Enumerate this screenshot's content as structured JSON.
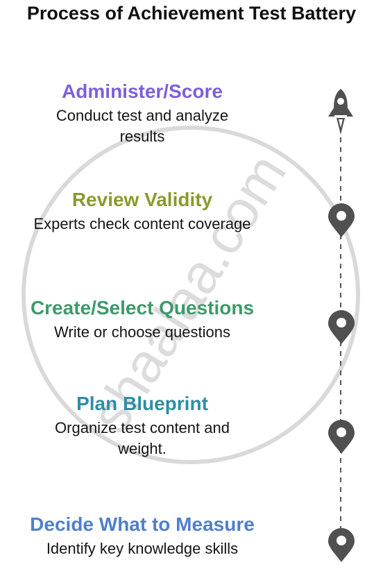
{
  "title": "Process of Achievement Test Battery",
  "watermark": "shaalaa.com",
  "steps": [
    {
      "title": "Administer/Score",
      "desc": "Conduct test and analyze results",
      "color": "#7d5fdc",
      "icon": "rocket-icon"
    },
    {
      "title": "Review Validity",
      "desc": "Experts check content coverage",
      "color": "#8a9a2e",
      "icon": "map-pin-icon"
    },
    {
      "title": "Create/Select Questions",
      "desc": "Write or choose questions",
      "color": "#3d9a6a",
      "icon": "map-pin-icon"
    },
    {
      "title": "Plan Blueprint",
      "desc": "Organize test content and weight.",
      "color": "#2f8da3",
      "icon": "map-pin-icon"
    },
    {
      "title": "Decide What to Measure",
      "desc": "Identify key knowledge skills",
      "color": "#4f7fcc",
      "icon": "map-pin-icon"
    }
  ]
}
